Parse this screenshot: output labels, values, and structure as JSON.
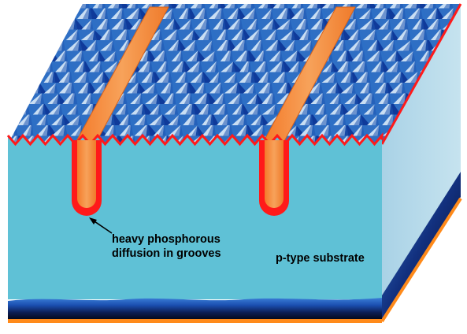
{
  "diagram": {
    "annotations": {
      "grooves_line1": "heavy phosphorous",
      "grooves_line2": "diffusion in grooves",
      "substrate": "p-type substrate"
    },
    "colors": {
      "front_face": "#5fc1d6",
      "side_face": "#b9dbe9",
      "texture_dark": "#0f3a9a",
      "texture_mid": "#2d6fc5",
      "texture_light": "#c9def3",
      "emitter_edge": "#ff1a1a",
      "groove_fill": "#f28a3c",
      "back_contact": "#ff8a1a",
      "rear_layer_dark": "#0a1a4a",
      "rear_layer_blue": "#1e5fc7"
    },
    "structure": {
      "groove_count": 2,
      "surface": "textured pyramids",
      "front_emitter": "n+ diffusion along textured surface",
      "rear": "metal back contact"
    }
  }
}
